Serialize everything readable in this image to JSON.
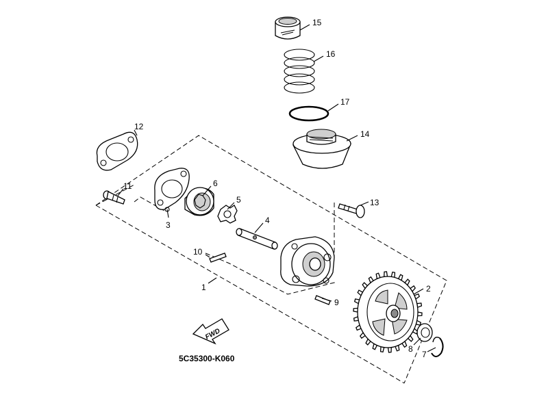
{
  "diagram": {
    "code": "5C35300-K060",
    "fwd_label": "FWD",
    "callouts": [
      {
        "id": "1",
        "text": "1"
      },
      {
        "id": "2",
        "text": "2"
      },
      {
        "id": "3",
        "text": "3"
      },
      {
        "id": "4",
        "text": "4"
      },
      {
        "id": "5",
        "text": "5"
      },
      {
        "id": "6",
        "text": "6"
      },
      {
        "id": "7",
        "text": "7"
      },
      {
        "id": "8",
        "text": "8"
      },
      {
        "id": "9",
        "text": "9"
      },
      {
        "id": "10",
        "text": "10"
      },
      {
        "id": "11",
        "text": "11"
      },
      {
        "id": "12",
        "text": "12"
      },
      {
        "id": "13",
        "text": "13"
      },
      {
        "id": "14",
        "text": "14"
      },
      {
        "id": "15",
        "text": "15"
      },
      {
        "id": "16",
        "text": "16"
      },
      {
        "id": "17",
        "text": "17"
      }
    ]
  }
}
